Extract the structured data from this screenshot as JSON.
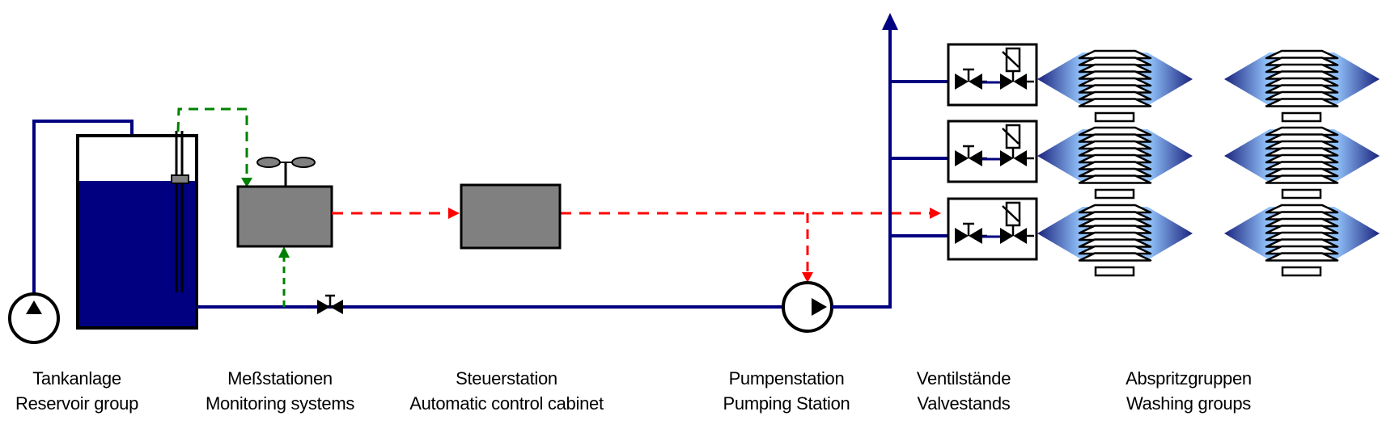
{
  "diagram": {
    "type": "process-flow",
    "colors": {
      "pipe": "#000080",
      "water": "#000080",
      "device_fill": "#808080",
      "signal_monitoring": "#008000",
      "signal_control": "#ff0000",
      "outline": "#000000",
      "spray_dark": "#1a237e",
      "spray_light": "#90c0f8"
    },
    "stations": [
      {
        "id": "reservoir",
        "label_de": "Tankanlage",
        "label_en": "Reservoir group"
      },
      {
        "id": "monitoring",
        "label_de": "Meßstationen",
        "label_en": "Monitoring systems"
      },
      {
        "id": "control",
        "label_de": "Steuerstation",
        "label_en": "Automatic control cabinet"
      },
      {
        "id": "pumping",
        "label_de": "Pumpenstation",
        "label_en": "Pumping Station"
      },
      {
        "id": "valvestands",
        "label_de": "Ventilstände",
        "label_en": "Valvestands"
      },
      {
        "id": "washing",
        "label_de": "Abspritzgruppen",
        "label_en": "Washing groups"
      }
    ],
    "valvestand_count": 3,
    "washing_group_columns": 2,
    "washing_group_rows": 3,
    "icons": {
      "feed_pump": "pump-icon",
      "tank": "tank-icon",
      "level_sensor": "level-probe-icon",
      "anemometer": "anemometer-icon",
      "hand_valve": "gate-valve-icon",
      "solenoid_valve": "solenoid-valve-icon",
      "main_pump": "pump-icon",
      "spray_nozzle": "spray-nozzle-icon",
      "outlet_arrow": "arrow-up-icon"
    }
  }
}
